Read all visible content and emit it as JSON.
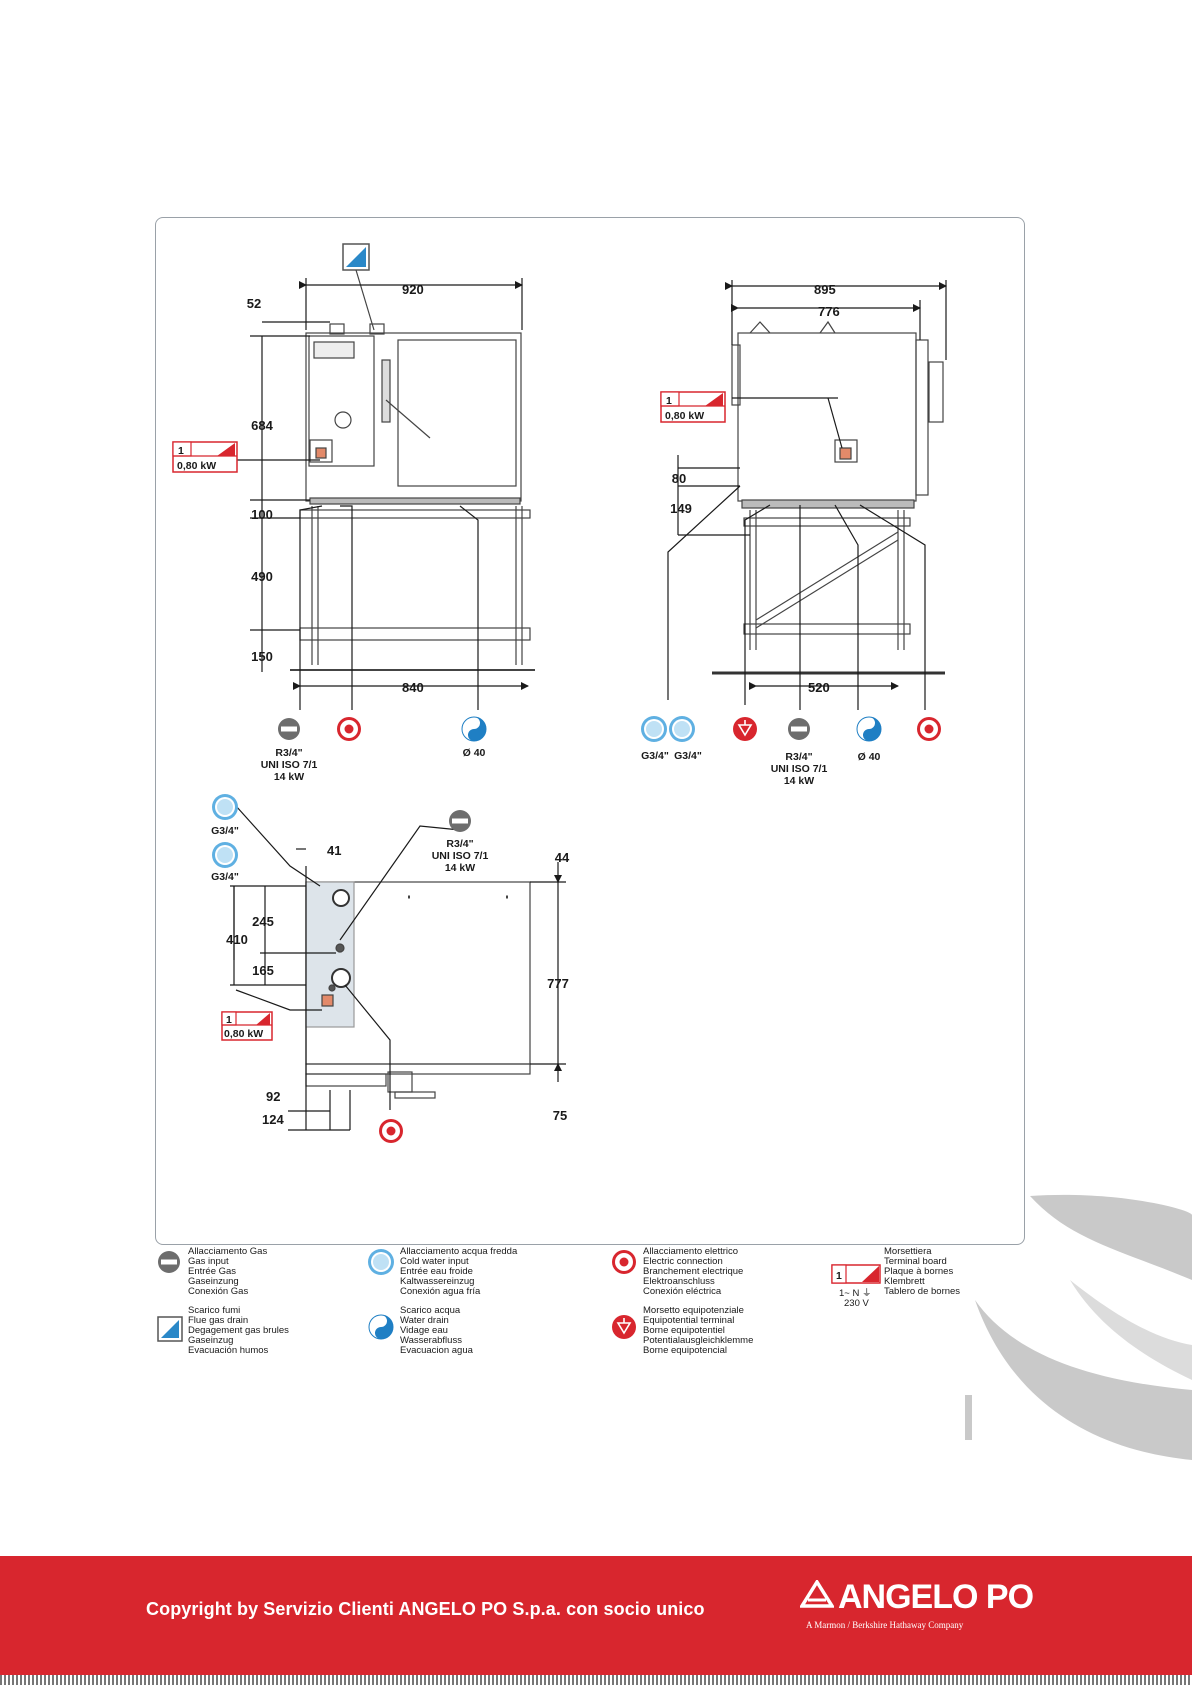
{
  "front_view": {
    "flue_icon": "flue-gas-drain-icon",
    "dims": {
      "width_top": "920",
      "flue_offset": "52",
      "body_height": "684",
      "base_offset": "100",
      "stand_height": "490",
      "foot_height": "150",
      "stand_width": "840"
    },
    "terminal": {
      "number": "1",
      "power": "0,80 kW"
    },
    "gas_label": [
      "R3/4\"",
      "UNI ISO 7/1",
      "14 kW"
    ],
    "drain_label": "Ø 40"
  },
  "side_view": {
    "dims": {
      "width_outer": "895",
      "width_inner": "776",
      "water_offset_1": "80",
      "water_offset_2": "149",
      "stand_width": "520"
    },
    "terminal": {
      "number": "1",
      "power": "0,80 kW"
    },
    "water_label_1": "G3/4\"",
    "water_label_2": "G3/4\"",
    "gas_label": [
      "R3/4\"",
      "UNI ISO 7/1",
      "14 kW"
    ],
    "drain_label": "Ø 40"
  },
  "top_view": {
    "water_label_1": "G3/4\"",
    "water_label_2": "G3/4\"",
    "gas_label": [
      "R3/4\"",
      "UNI ISO 7/1",
      "14 kW"
    ],
    "terminal": {
      "number": "1",
      "power": "0,80 kW"
    },
    "dims": {
      "d41": "41",
      "d44": "44",
      "d245": "245",
      "d410": "410",
      "d165": "165",
      "d777": "777",
      "d92": "92",
      "d124": "124",
      "d75": "75"
    }
  },
  "legend": {
    "gas": [
      "Allacciamento Gas",
      "Gas input",
      "Entrée Gas",
      "Gaseinzung",
      "Conexión Gas"
    ],
    "cold_water": [
      "Allacciamento acqua fredda",
      "Cold water input",
      "Entrée eau froide",
      "Kaltwassereinzug",
      "Conexión agua fría"
    ],
    "electric": [
      "Allacciamento elettrico",
      "Electric connection",
      "Branchement electrique",
      "Elektroanschluss",
      "Conexión eléctrica"
    ],
    "terminal": [
      "Morsettiera",
      "Terminal board",
      "Plaque à bornes",
      "Klembrett",
      "Tablero de bornes"
    ],
    "terminal_number": "1",
    "terminal_spec_1": "1~ N ⏚",
    "terminal_spec_2": "230 V",
    "flue": [
      "Scarico fumi",
      "Flue gas drain",
      "Degagement gas brules",
      "Gaseinzug",
      "Evacuación humos"
    ],
    "water_drain": [
      "Scarico acqua",
      "Water drain",
      "Vidage eau",
      "Wasserabfluss",
      "Evacuacion agua"
    ],
    "equipotential": [
      "Morsetto equipotenziale",
      "Equipotential terminal",
      "Borne equipotentiel",
      "Potentialausgleichklemme",
      "Borne equipotencial"
    ]
  },
  "footer": {
    "copyright": "Copyright by Servizio Clienti ANGELO PO S.p.a. con socio unico",
    "brand": "ANGELO PO",
    "brand_sub": "A Marmon / Berkshire Hathaway Company"
  },
  "colors": {
    "red": "#d8262e",
    "gas_grey": "#6d6d6d",
    "water_blue": "#3a9bd6",
    "line": "#444444"
  }
}
